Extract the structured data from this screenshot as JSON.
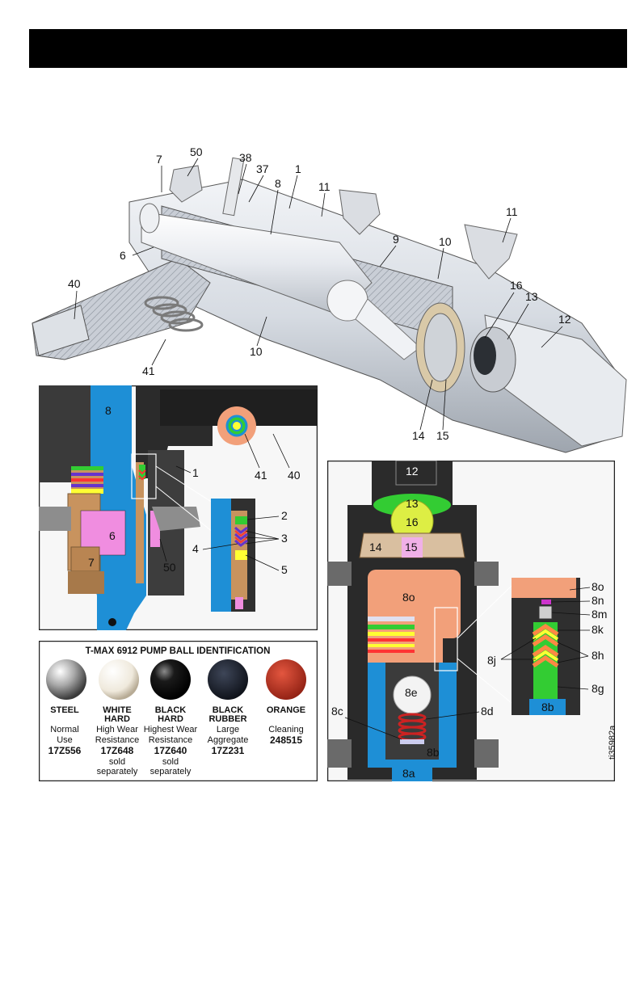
{
  "main_callouts": [
    "7",
    "50",
    "38",
    "37",
    "1",
    "8",
    "11",
    "11",
    "9",
    "10",
    "6",
    "40",
    "16",
    "13",
    "12",
    "41",
    "10",
    "14",
    "15"
  ],
  "detail_left_callouts": {
    "a": "8",
    "b": "1",
    "c": "41",
    "d": "40",
    "e": "6",
    "f": "7",
    "g": "50",
    "h": "2",
    "i": "3",
    "j": "4",
    "k": "5"
  },
  "detail_right_callouts": {
    "a": "12",
    "b": "13",
    "c": "16",
    "d": "14",
    "e": "15",
    "f": "8o",
    "g": "8e",
    "h": "8c",
    "i": "8d",
    "j": "8b",
    "k": "8a",
    "l": "8o",
    "m": "8n",
    "n": "8m",
    "o": "8k",
    "p": "8j",
    "q": "8h",
    "r": "8g",
    "s": "8b"
  },
  "figure_id": "ti35982a",
  "ball_table": {
    "title": "T-MAX 6912 PUMP BALL IDENTIFICATION",
    "balls": [
      {
        "name": "STEEL",
        "name2": "",
        "desc1": "Normal",
        "desc2": "Use",
        "code": "17Z556",
        "note1": "",
        "note2": "",
        "color": "#9a9a9a"
      },
      {
        "name": "WHITE",
        "name2": "HARD",
        "desc1": "High Wear",
        "desc2": "Resistance",
        "code": "17Z648",
        "note1": "sold",
        "note2": "separately",
        "color": "#efe9dc"
      },
      {
        "name": "BLACK",
        "name2": "HARD",
        "desc1": "Highest Wear",
        "desc2": "Resistance",
        "code": "17Z640",
        "note1": "sold",
        "note2": "separately",
        "color": "#1a1a1a"
      },
      {
        "name": "BLACK",
        "name2": "RUBBER",
        "desc1": "Large",
        "desc2": "Aggregate",
        "code": "17Z231",
        "note1": "",
        "note2": "",
        "color": "#1c2230"
      },
      {
        "name": "ORANGE",
        "name2": "",
        "desc1": "Cleaning",
        "desc2": "",
        "code": "248515",
        "note1": "",
        "note2": "",
        "color": "#c0392b"
      }
    ]
  },
  "colors": {
    "blue": "#1e8fd6",
    "tan": "#c8935e",
    "salmon": "#f2a07a",
    "pink": "#f08de0",
    "green": "#33cc33",
    "yellow": "#ffff33",
    "red": "#ff3333",
    "purple": "#6633cc",
    "dark": "#2a2a2a"
  }
}
